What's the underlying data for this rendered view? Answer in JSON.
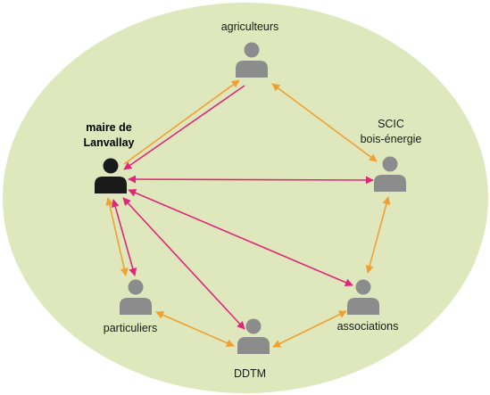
{
  "actors": [
    {
      "id": "maire",
      "label_lines": [
        "maire de",
        "Lanvallay"
      ],
      "role": "central",
      "color": "#1a1a1a"
    },
    {
      "id": "agriculteurs",
      "label_lines": [
        "agriculteurs"
      ],
      "role": "partner",
      "color": "#8c8c8c"
    },
    {
      "id": "scic",
      "label_lines": [
        "SCIC",
        "bois-énergie"
      ],
      "role": "partner",
      "color": "#8c8c8c"
    },
    {
      "id": "associations",
      "label_lines": [
        "associations"
      ],
      "role": "partner",
      "color": "#8c8c8c"
    },
    {
      "id": "ddtm",
      "label_lines": [
        "DDTM"
      ],
      "role": "partner",
      "color": "#8c8c8c"
    },
    {
      "id": "particuliers",
      "label_lines": [
        "particuliers"
      ],
      "role": "partner",
      "color": "#8c8c8c"
    }
  ],
  "links": [
    {
      "from": "maire",
      "to": "agriculteurs",
      "color": "orange"
    },
    {
      "from": "agriculteurs",
      "to": "maire",
      "color": "magenta"
    },
    {
      "from": "maire",
      "to": "scic",
      "color": "magenta"
    },
    {
      "from": "maire",
      "to": "associations",
      "color": "magenta"
    },
    {
      "from": "maire",
      "to": "ddtm",
      "color": "magenta"
    },
    {
      "from": "maire",
      "to": "particuliers",
      "color": "orange"
    },
    {
      "from": "maire",
      "to": "particuliers",
      "color": "magenta"
    },
    {
      "from": "agriculteurs",
      "to": "scic",
      "color": "orange"
    },
    {
      "from": "scic",
      "to": "associations",
      "color": "orange"
    },
    {
      "from": "associations",
      "to": "ddtm",
      "color": "orange"
    },
    {
      "from": "ddtm",
      "to": "particuliers",
      "color": "orange"
    }
  ],
  "colors": {
    "background_ellipse": "#dfe8bd",
    "orange": "#f0a030",
    "magenta": "#e0267a",
    "partner_icon": "#8c8c8c",
    "central_icon": "#1a1a1a"
  }
}
